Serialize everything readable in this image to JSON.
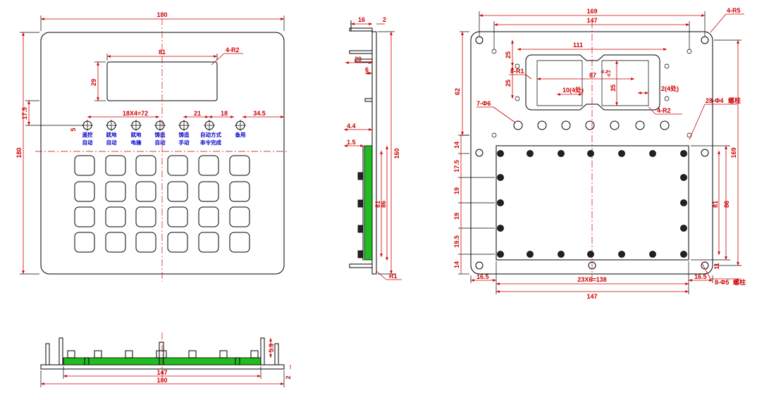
{
  "colors": {
    "outline": "#000000",
    "dimension": "#cc0000",
    "label_blue": "#0000cc",
    "pcb_green": "#22bb22"
  },
  "front_view": {
    "dims": {
      "width": "180",
      "height": "180",
      "window_width": "81",
      "window_height": "29",
      "corner_radius": "4-R2",
      "indicator_pitch": "18X4=72",
      "spacing_a": "21",
      "spacing_b": "18",
      "spacing_c": "34.5",
      "offset_v": "17.5",
      "offset_small": "5"
    },
    "indicator_labels": [
      {
        "top": "遥控",
        "bottom": "自动"
      },
      {
        "top": "就地",
        "bottom": "自动"
      },
      {
        "top": "就地",
        "bottom": "电操"
      },
      {
        "top": "铸造",
        "bottom": "自动"
      },
      {
        "top": "铸造",
        "bottom": "手动"
      },
      {
        "top": "自动方式",
        "bottom": "串令完成"
      },
      {
        "top": "备用",
        "bottom": ""
      }
    ]
  },
  "side_view": {
    "dims": {
      "top_a": "16",
      "top_b": "2",
      "d20": "20",
      "d6": "6",
      "d4_4": "4.4",
      "d1_5": "1.5",
      "h160": "160",
      "h86": "86",
      "h81": "81",
      "radius": "R1"
    }
  },
  "back_view": {
    "dims": {
      "width_169": "169",
      "width_147": "147",
      "corner_r5": "4-R5",
      "d25a": "25",
      "d25b": "25",
      "d111": "111",
      "r1_label": "8-R1",
      "d87": "87",
      "d87_tol": "-0.2",
      "d35": "35",
      "d35_tol": "-0.2",
      "d10": "10(4处)",
      "d2": "2(4处)",
      "r2_label": "4-R2",
      "d62": "62",
      "hole_label": "7-Φ6",
      "stud_label": "28-Φ4",
      "stud_suffix": "螺柱",
      "d14a": "14",
      "d17_5": "17.5",
      "d19a": "19",
      "d19b": "19",
      "d19_5": "19.5",
      "d14b": "14",
      "d81": "81",
      "d86": "86",
      "d169v": "169",
      "d11": "11",
      "d16_5a": "16.5",
      "pitch": "23X6=138",
      "d16_5b": "16.5",
      "d147b": "147",
      "nut_label": "8-Φ5",
      "nut_suffix": "螺柱"
    }
  },
  "bottom_view": {
    "dims": {
      "w147": "147",
      "w180": "180",
      "h5_9": "5.9",
      "h2": "2"
    }
  }
}
